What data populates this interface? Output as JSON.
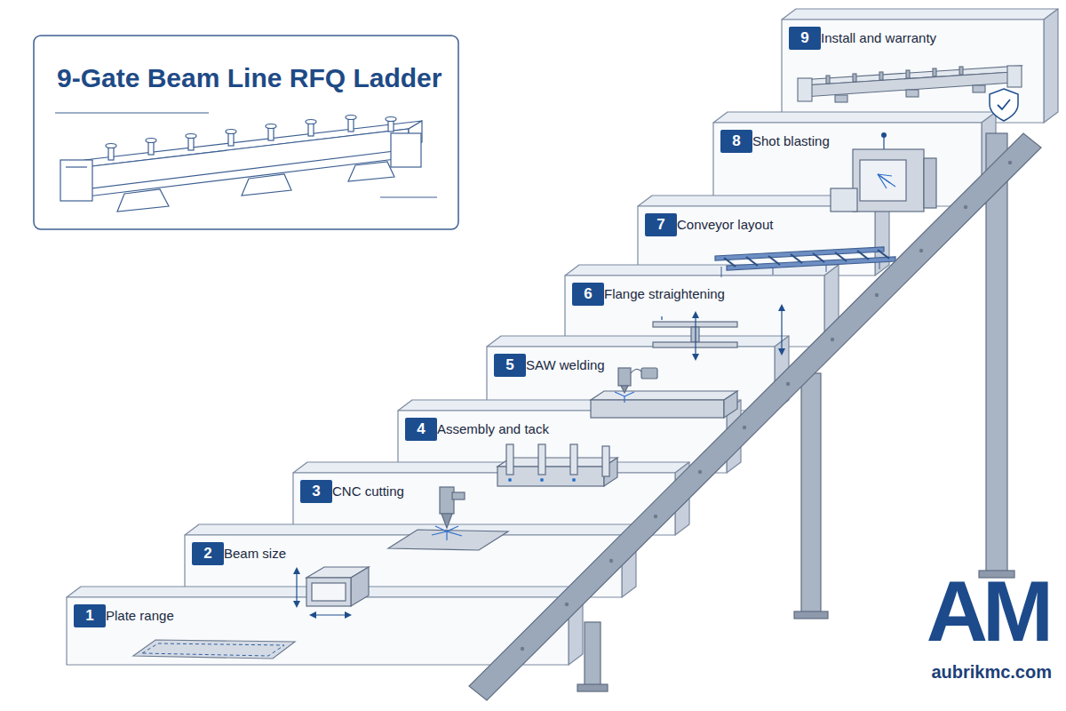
{
  "diagram": {
    "title": "9-Gate Beam Line RFQ Ladder",
    "nodes": [
      {
        "text": [
          "Plate range"
        ]
      },
      {
        "text": [
          "1"
        ],
        "in": 0
      },
      {
        "text": [
          "Beam size"
        ]
      },
      {
        "text": [
          "2"
        ],
        "in": 2
      },
      {
        "text": [
          "CNC cutting"
        ]
      },
      {
        "text": [
          "3"
        ],
        "in": 4
      },
      {
        "text": [
          "Assembly and tack"
        ]
      },
      {
        "text": [
          "4"
        ],
        "in": 6
      },
      {
        "text": [
          "SAW welding"
        ]
      },
      {
        "text": [
          "5"
        ],
        "in": 8
      },
      {
        "text": [
          "Flange straightening"
        ]
      },
      {
        "text": [
          "6"
        ],
        "in": 10
      },
      {
        "text": [
          "Conveyor layout"
        ]
      },
      {
        "text": [
          "7"
        ],
        "in": 12
      },
      {
        "text": [
          "Shot blasting"
        ]
      },
      {
        "text": [
          "8"
        ],
        "in": 14
      },
      {
        "text": [
          "Install and warranty"
        ]
      },
      {
        "text": [
          "9"
        ],
        "in": 16
      }
    ],
    "labels": [
      "AM",
      "aubrikmc.com"
    ]
  }
}
